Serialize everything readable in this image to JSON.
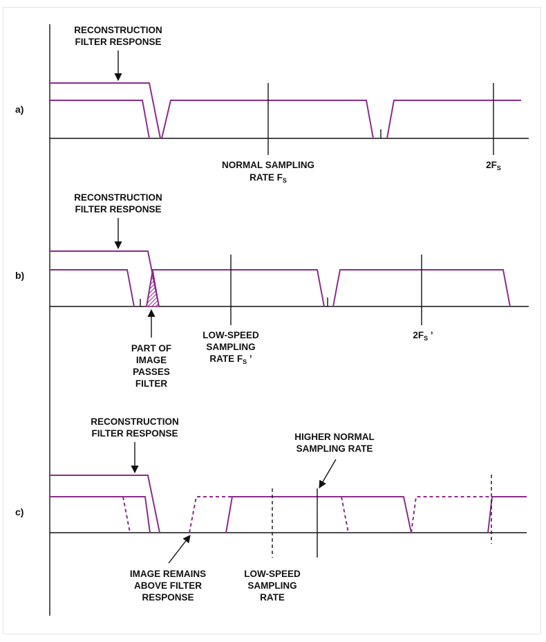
{
  "panels": {
    "a": {
      "label": "a)",
      "filter_label_1": "RECONSTRUCTION",
      "filter_label_2": "FILTER RESPONSE",
      "normal_rate_1": "NORMAL SAMPLING",
      "normal_rate_2": "RATE F",
      "normal_rate_sub": "S",
      "two_fs": "2F",
      "two_fs_sub": "S"
    },
    "b": {
      "label": "b)",
      "filter_label_1": "RECONSTRUCTION",
      "filter_label_2": "FILTER RESPONSE",
      "part_1": "PART OF",
      "part_2": "IMAGE",
      "part_3": "PASSES",
      "part_4": "FILTER",
      "low_rate_1": "LOW-SPEED",
      "low_rate_2": "SAMPLING",
      "low_rate_3": "RATE F",
      "low_rate_sub": "S",
      "low_rate_prime": " ’",
      "two_fs": "2F",
      "two_fs_sub": "S",
      "two_fs_prime": " ’"
    },
    "c": {
      "label": "c)",
      "filter_label_1": "RECONSTRUCTION",
      "filter_label_2": "FILTER RESPONSE",
      "higher_1": "HIGHER NORMAL",
      "higher_2": "SAMPLING RATE",
      "image_1": "IMAGE REMAINS",
      "image_2": "ABOVE FILTER",
      "image_3": "RESPONSE",
      "low_1": "LOW-SPEED",
      "low_2": "SAMPLING",
      "low_3": "RATE"
    }
  },
  "colors": {
    "spectrum": "#8b2a8c",
    "axis": "#111111"
  }
}
